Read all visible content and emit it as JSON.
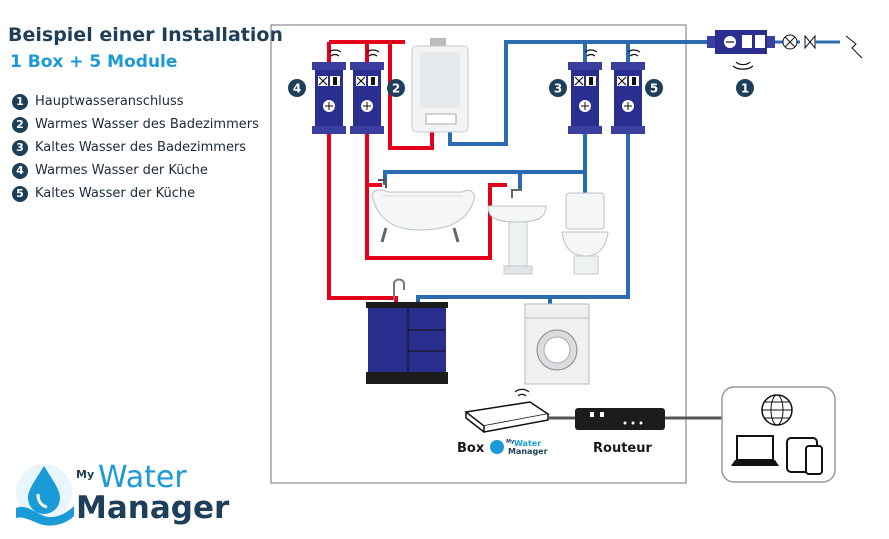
{
  "title": "Beispiel einer Installation",
  "subtitle": "1 Box + 5 Module",
  "legend": [
    {
      "num": "1",
      "label": "Hauptwasseranschluss"
    },
    {
      "num": "2",
      "label": "Warmes Wasser des Badezimmers"
    },
    {
      "num": "3",
      "label": "Kaltes Wasser des Badezimmers"
    },
    {
      "num": "4",
      "label": "Warmes Wasser der Küche"
    },
    {
      "num": "5",
      "label": "Kaltes Wasser der Küche"
    }
  ],
  "diagram": {
    "module_numbers": [
      "1",
      "2",
      "3",
      "4",
      "5"
    ],
    "box_label": "Box",
    "box_brand_my": "My",
    "box_brand_line1": "Water",
    "box_brand_line2": "Manager",
    "router_label": "Routeur"
  },
  "logo": {
    "my": "My",
    "water": "Water",
    "manager": "Manager"
  },
  "colors": {
    "hot_pipe": "#e2001a",
    "cold_pipe": "#2b6cb0",
    "module": "#2a2f8f",
    "accent": "#1a9ad6",
    "dark": "#1e3f5a"
  }
}
